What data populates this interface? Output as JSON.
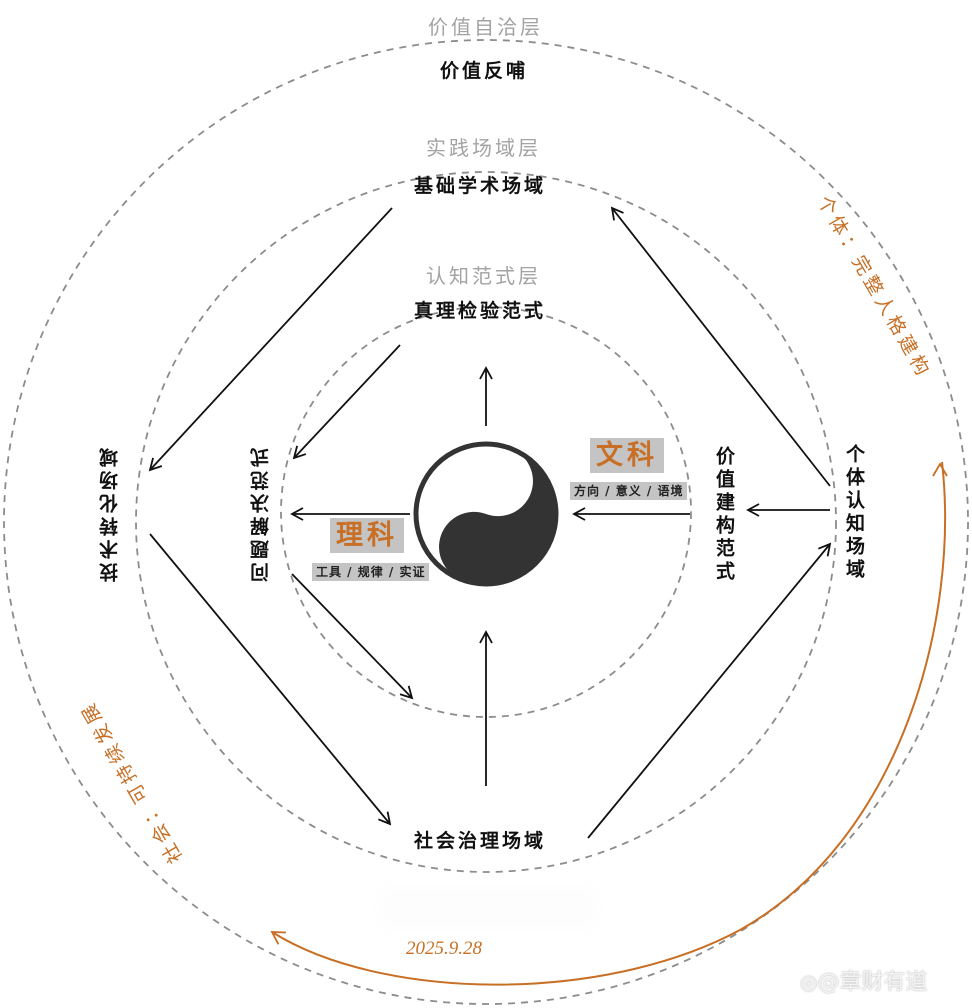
{
  "layers": {
    "outer": "价值自洽层",
    "middle": "实践场域层",
    "inner": "认知范式层"
  },
  "fields": {
    "top_outer": "价值反哺",
    "top": "基础学术场域",
    "bottom": "社会治理场域",
    "left": "技术转化场域",
    "right": "个体认知场域"
  },
  "paradigms": {
    "top": "真理检验范式",
    "left": "问题解决范式",
    "right": "价值建构范式"
  },
  "disciplines": {
    "humanities": {
      "label": "文科",
      "sub": "方向 / 意义 / 语境"
    },
    "sciences": {
      "label": "理科",
      "sub": "工具 / 规律 / 实证"
    }
  },
  "arc_labels": {
    "individual": "个体：完整人格建构",
    "society": "社会：可持续发展"
  },
  "footer": {
    "date": "2025.9.28",
    "watermark": "@章财有道"
  },
  "colors": {
    "accent": "#c86f25",
    "dashed_circle": "#8c8c8c",
    "layer_text": "#a3a3a3",
    "tag_bg": "#c4c4c4",
    "yin": "#333333"
  }
}
